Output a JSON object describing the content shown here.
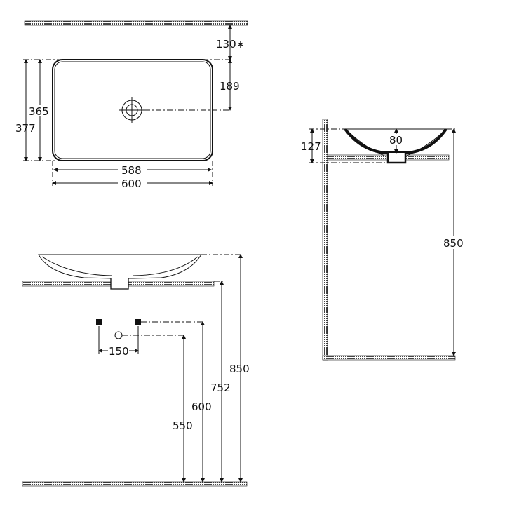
{
  "title": "Rectangular countertop washbasin technical drawing",
  "colors": {
    "line": "#111111",
    "hatch": "#555555",
    "background": "#ffffff"
  },
  "plan_view": {
    "wall_clearance": "130∗",
    "drain_offset": "189",
    "inner_depth": "365",
    "outer_depth": "377",
    "inner_width": "588",
    "outer_width": "600"
  },
  "front_view": {
    "valve_spacing": "150",
    "drain_height": "550",
    "valve_height": "600",
    "counter_height": "752",
    "basin_top_height": "850"
  },
  "side_view": {
    "basin_height": "127",
    "drain_depth": "80",
    "basin_top_height": "850"
  }
}
